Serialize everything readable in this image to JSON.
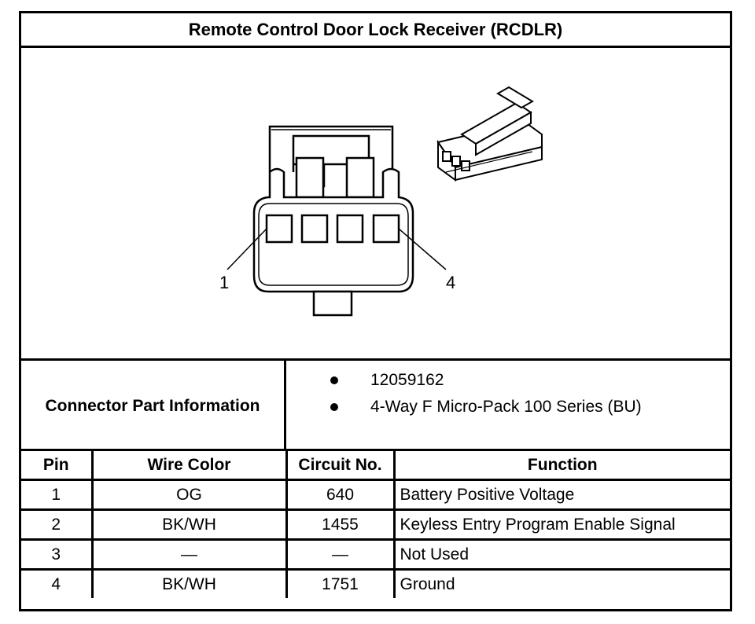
{
  "title": "Remote Control Door Lock Receiver (RCDLR)",
  "diagram": {
    "pin_labels": [
      "1",
      "4"
    ]
  },
  "connector_info": {
    "label": "Connector Part Information",
    "items": [
      "12059162",
      "4-Way F Micro-Pack 100 Series (BU)"
    ]
  },
  "pin_table": {
    "headers": [
      "Pin",
      "Wire Color",
      "Circuit No.",
      "Function"
    ],
    "rows": [
      [
        "1",
        "OG",
        "640",
        "Battery Positive Voltage"
      ],
      [
        "2",
        "BK/WH",
        "1455",
        "Keyless Entry Program Enable Signal"
      ],
      [
        "3",
        "—",
        "—",
        "Not Used"
      ],
      [
        "4",
        "BK/WH",
        "1751",
        "Ground"
      ]
    ]
  }
}
